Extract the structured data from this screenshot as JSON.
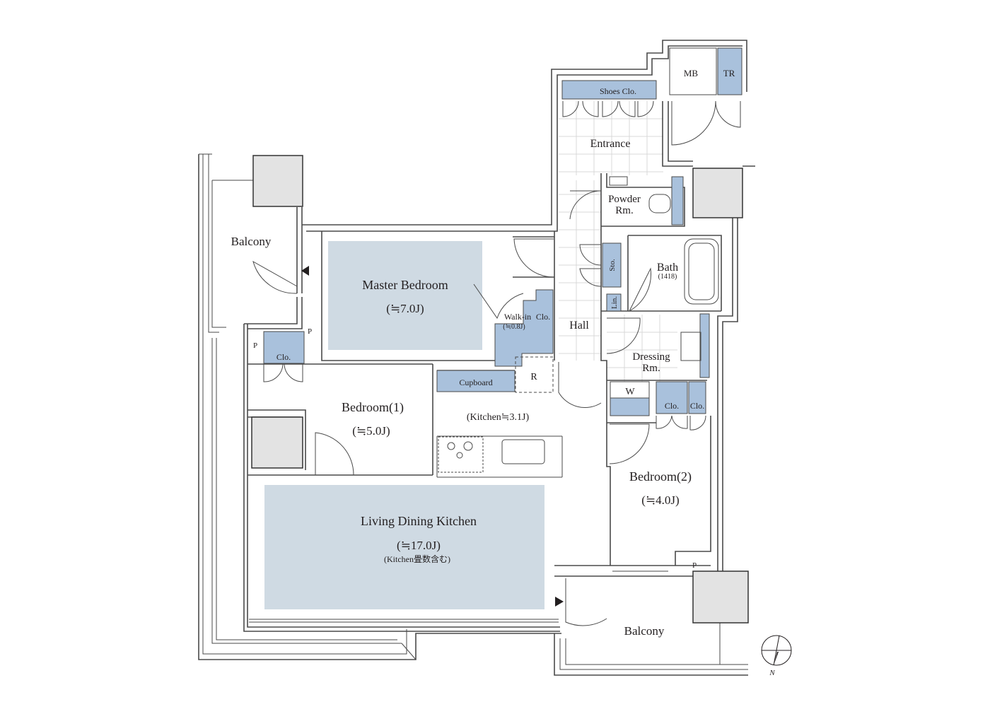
{
  "rooms": {
    "master_bedroom": {
      "name": "Master Bedroom",
      "size": "(≒7.0J)"
    },
    "bedroom1": {
      "name": "Bedroom(1)",
      "size": "(≒5.0J)"
    },
    "bedroom2": {
      "name": "Bedroom(2)",
      "size": "(≒4.0J)"
    },
    "ldk": {
      "name": "Living Dining Kitchen",
      "size": "(≒17.0J)",
      "note": "(Kitchen畳数含む)"
    },
    "kitchen": {
      "size": "(Kitchen≒3.1J)"
    },
    "entrance": "Entrance",
    "hall": "Hall",
    "powder_line1": "Powder",
    "powder_line2": "Rm.",
    "bath": "Bath",
    "bath_size": "(1418)",
    "dressing_line1": "Dressing",
    "dressing_line2": "Rm.",
    "balcony_west": "Balcony",
    "balcony_south": "Balcony"
  },
  "fixtures": {
    "shoes_clo": "Shoes Clo.",
    "walkin_line1": "Walk-in",
    "walkin_line2": "Clo.",
    "walkin_size": "(≒0.8J)",
    "cupboard": "Cupboard",
    "refrigerator": "R",
    "washer": "W",
    "storage": "Sto.",
    "linen": "Lin.",
    "closet_b1": "Clo.",
    "closet_dress_a": "Clo.",
    "closet_dress_b": "Clo.",
    "mb": "MB",
    "tr": "TR",
    "pipe_a": "P",
    "pipe_b": "P",
    "pipe_c": "P"
  },
  "compass": {
    "north": "N"
  },
  "colors": {
    "room_fill": "#cfdae3",
    "storage_fill": "#a9c1dc",
    "outdoor_unit": "#e3e3e3",
    "wall": "#4a4a4a"
  }
}
